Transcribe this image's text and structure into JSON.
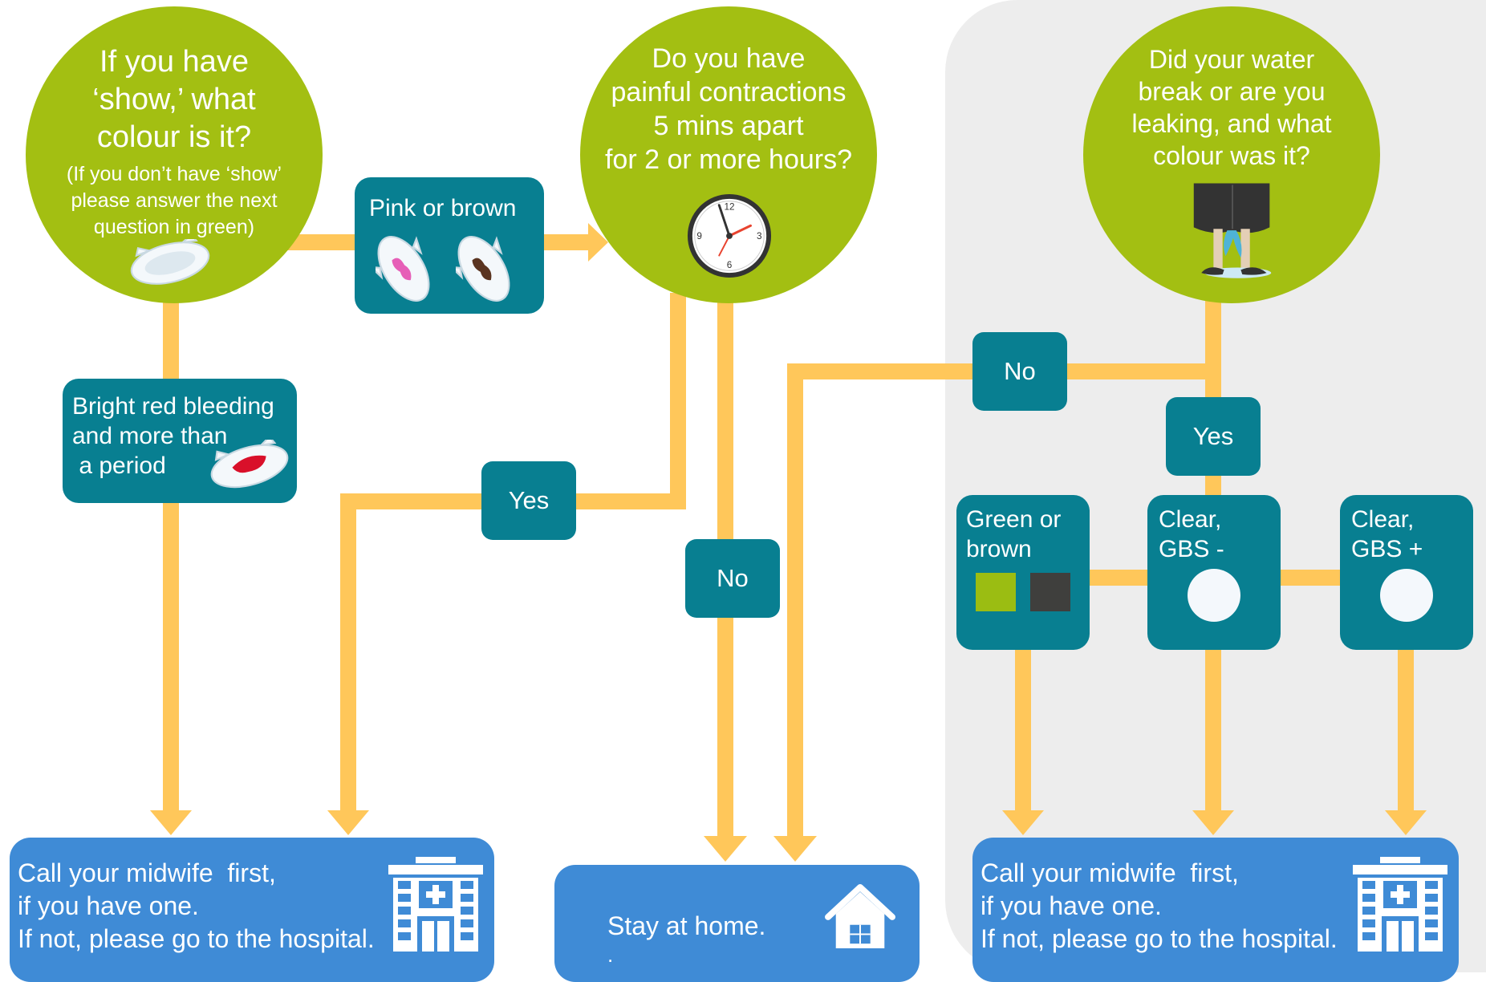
{
  "colors": {
    "question_green": "#a3bf12",
    "answer_teal": "#087f91",
    "outcome_blue": "#3f8bd6",
    "connector_yellow": "#ffc75a",
    "panel_grey": "#ededed",
    "sample_green": "#9bbd12",
    "sample_brown": "#3f3f3d"
  },
  "questions": {
    "show": {
      "lines": [
        "If you have",
        "‘show,’ what",
        "colour is it?"
      ],
      "note_lines": [
        "(If you don’t have ‘show’",
        "please answer the next",
        "question in green)"
      ],
      "icon": "sanitary-pad-icon"
    },
    "contractions": {
      "lines": [
        "Do you have",
        "painful contractions",
        "5 mins apart",
        "for 2 or more hours?"
      ],
      "icon": "clock-icon"
    },
    "waters": {
      "lines": [
        "Did your water",
        "break or are you",
        "leaking, and what",
        "colour was it?"
      ],
      "icon": "waters-breaking-icon"
    }
  },
  "answers": {
    "pink_brown": {
      "label": "Pink or brown",
      "icons": [
        "pink-pad-icon",
        "brown-pad-icon"
      ]
    },
    "bright_red": {
      "lines": [
        "Bright red bleeding",
        "and more than",
        " a period"
      ],
      "icon": "red-pad-icon"
    },
    "yes_contractions": "Yes",
    "no_contractions": "No",
    "no_waters": "No",
    "yes_waters": "Yes",
    "green_brown": {
      "lines": [
        "Green or",
        "brown"
      ]
    },
    "clear_gbs_neg": {
      "lines": [
        "Clear,",
        "GBS -"
      ]
    },
    "clear_gbs_pos": {
      "lines": [
        "Clear,",
        "GBS +"
      ]
    }
  },
  "outcomes": {
    "hospital_left": {
      "lines": [
        "Call your midwife  first,",
        "if you have one.",
        "If not, please go to the hospital."
      ],
      "icon": "hospital-icon"
    },
    "home": {
      "lines": [
        "Stay at home.",
        "."
      ],
      "icon": "house-icon"
    },
    "hospital_right": {
      "lines": [
        "Call your midwife  first,",
        "if you have one.",
        "If not, please go to the hospital."
      ],
      "icon": "hospital-icon"
    }
  }
}
